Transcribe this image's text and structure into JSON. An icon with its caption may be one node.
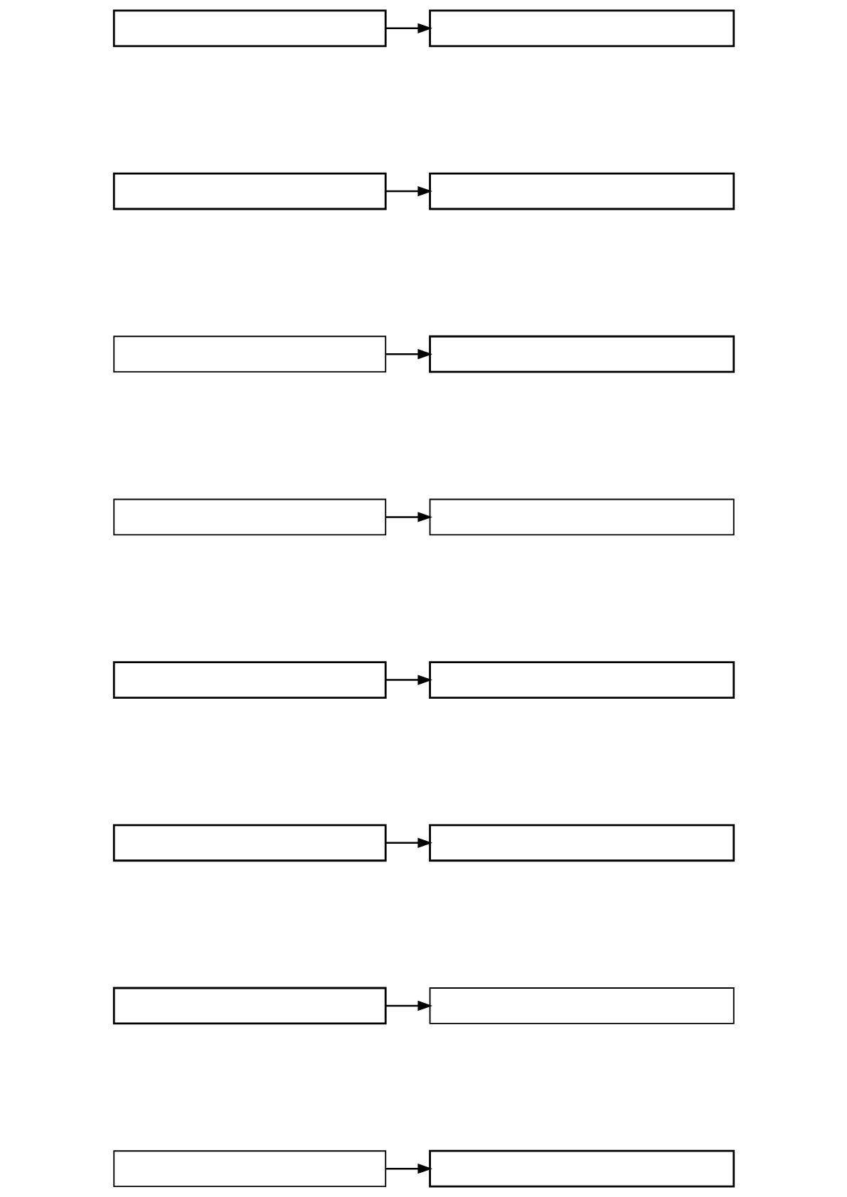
{
  "diagram": {
    "nodes": [
      {
        "text": [],
        "shape": "box"
      },
      {
        "text": [],
        "shape": "box"
      },
      {
        "text": [],
        "shape": "box"
      },
      {
        "text": [],
        "shape": "box"
      },
      {
        "text": [],
        "shape": "box"
      },
      {
        "text": [],
        "shape": "box"
      },
      {
        "text": [],
        "shape": "box"
      },
      {
        "text": [],
        "shape": "box"
      },
      {
        "text": [],
        "shape": "box"
      },
      {
        "text": [],
        "shape": "box"
      },
      {
        "text": [],
        "shape": "box"
      },
      {
        "text": [],
        "shape": "box"
      },
      {
        "text": [],
        "shape": "box"
      },
      {
        "text": [],
        "shape": "box"
      },
      {
        "text": [],
        "shape": "box"
      },
      {
        "text": [],
        "shape": "box"
      }
    ],
    "edges": [
      {
        "from": 0,
        "to": 1,
        "arrow": "to"
      },
      {
        "from": 2,
        "to": 3,
        "arrow": "to"
      },
      {
        "from": 4,
        "to": 5,
        "arrow": "to"
      },
      {
        "from": 6,
        "to": 7,
        "arrow": "to"
      },
      {
        "from": 8,
        "to": 9,
        "arrow": "to"
      },
      {
        "from": 10,
        "to": 11,
        "arrow": "to"
      },
      {
        "from": 12,
        "to": 13,
        "arrow": "to"
      },
      {
        "from": 14,
        "to": 15,
        "arrow": "to"
      }
    ]
  }
}
